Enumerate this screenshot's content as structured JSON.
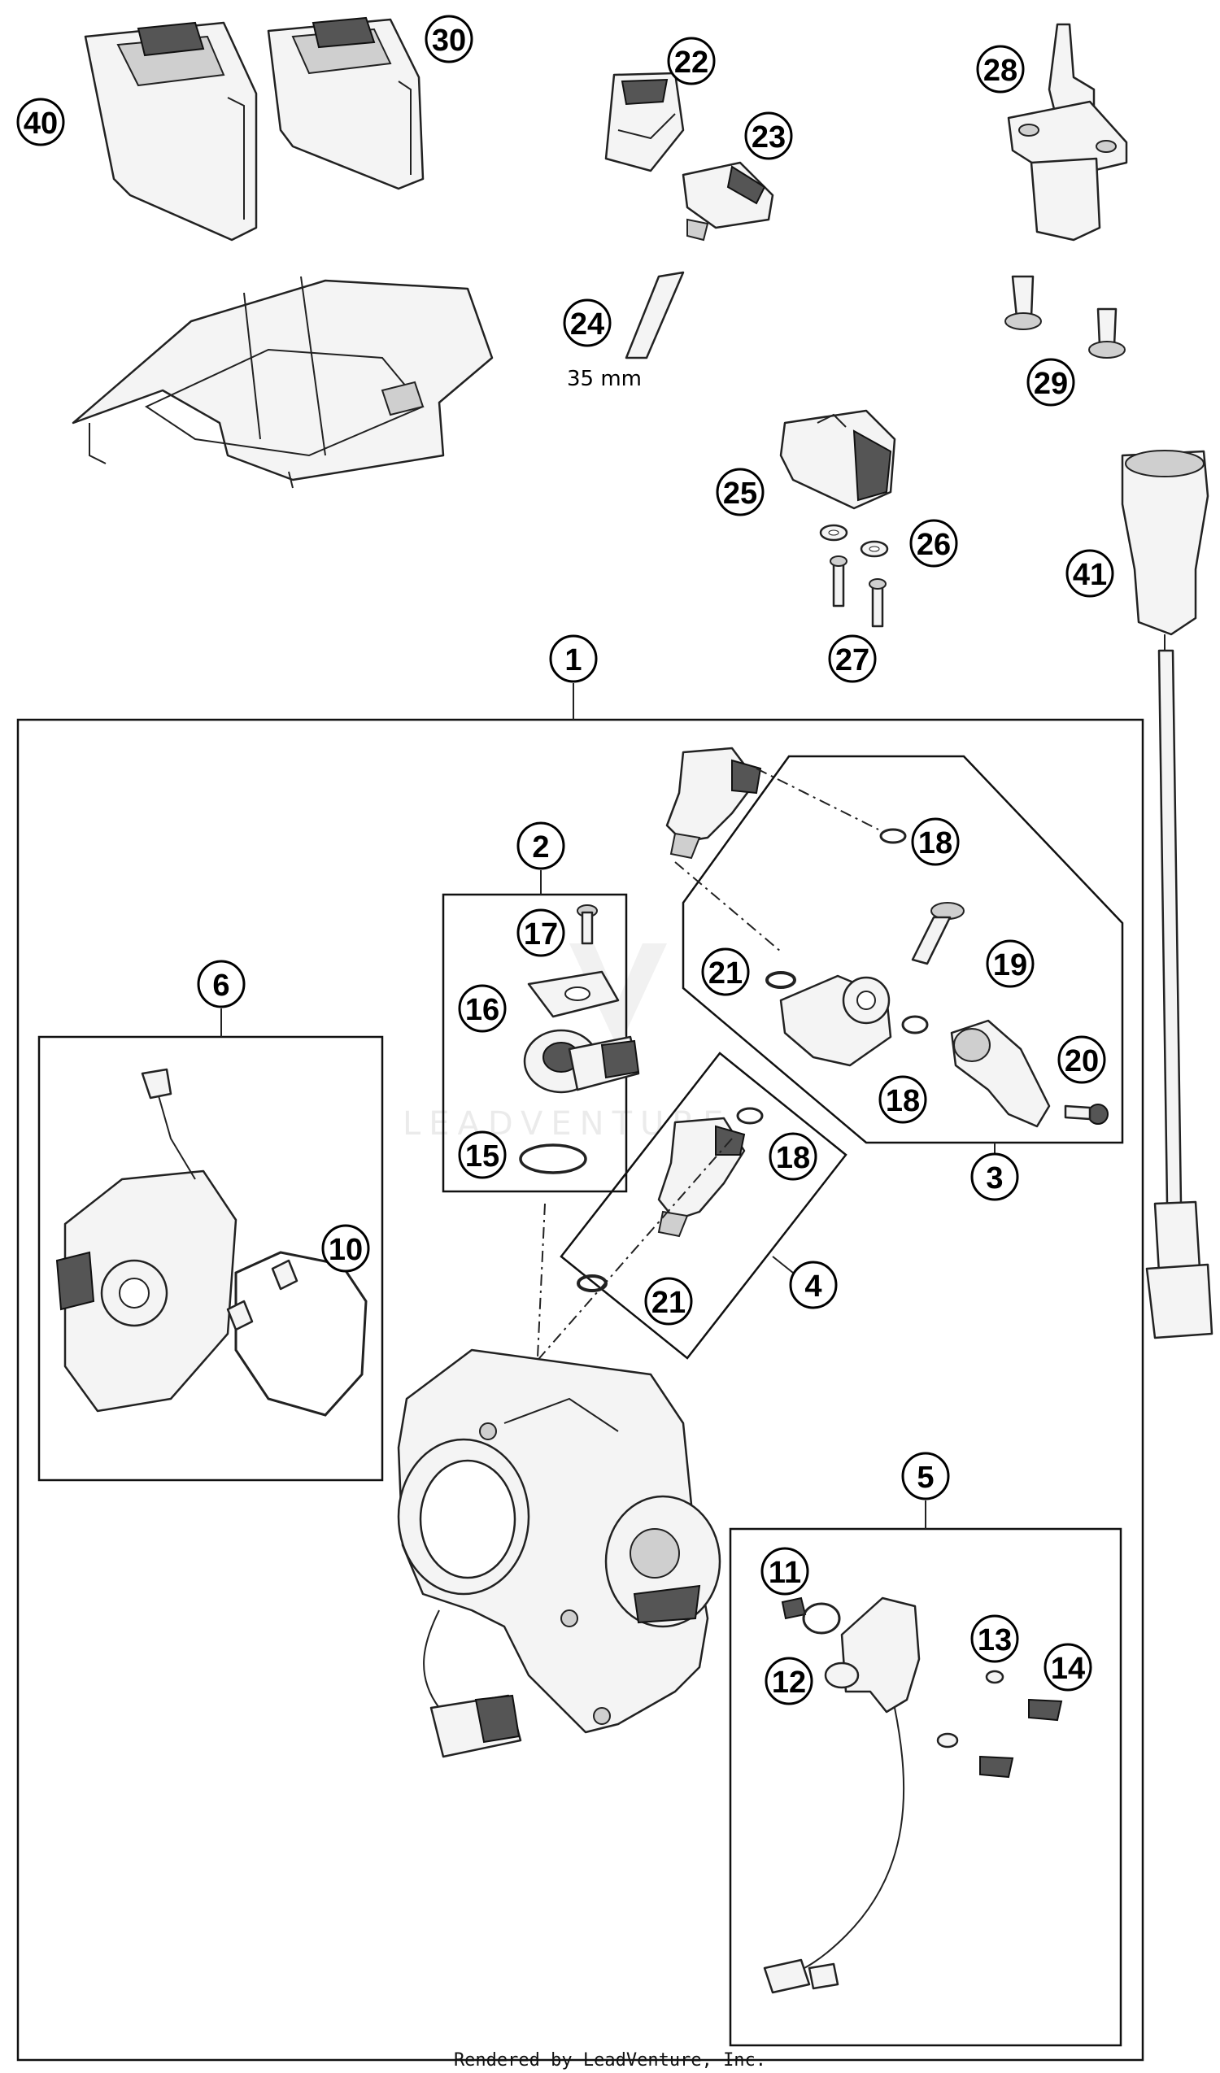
{
  "callouts": {
    "c1": "1",
    "c2": "2",
    "c3": "3",
    "c4": "4",
    "c5": "5",
    "c6": "6",
    "c10": "10",
    "c11": "11",
    "c12": "12",
    "c13": "13",
    "c14": "14",
    "c15": "15",
    "c16": "16",
    "c17": "17",
    "c18a": "18",
    "c18b": "18",
    "c18c": "18",
    "c19": "19",
    "c20": "20",
    "c21a": "21",
    "c21b": "21",
    "c22": "22",
    "c23": "23",
    "c24": "24",
    "c25": "25",
    "c26": "26",
    "c27": "27",
    "c28": "28",
    "c29": "29",
    "c30": "30",
    "c40": "40",
    "c41": "41"
  },
  "notes": {
    "tube_length": "35 mm"
  },
  "watermark": "LEADVENTURE",
  "footer": "Rendered by LeadVenture, Inc.",
  "icons": {
    "callout": "circled-number-icon"
  }
}
